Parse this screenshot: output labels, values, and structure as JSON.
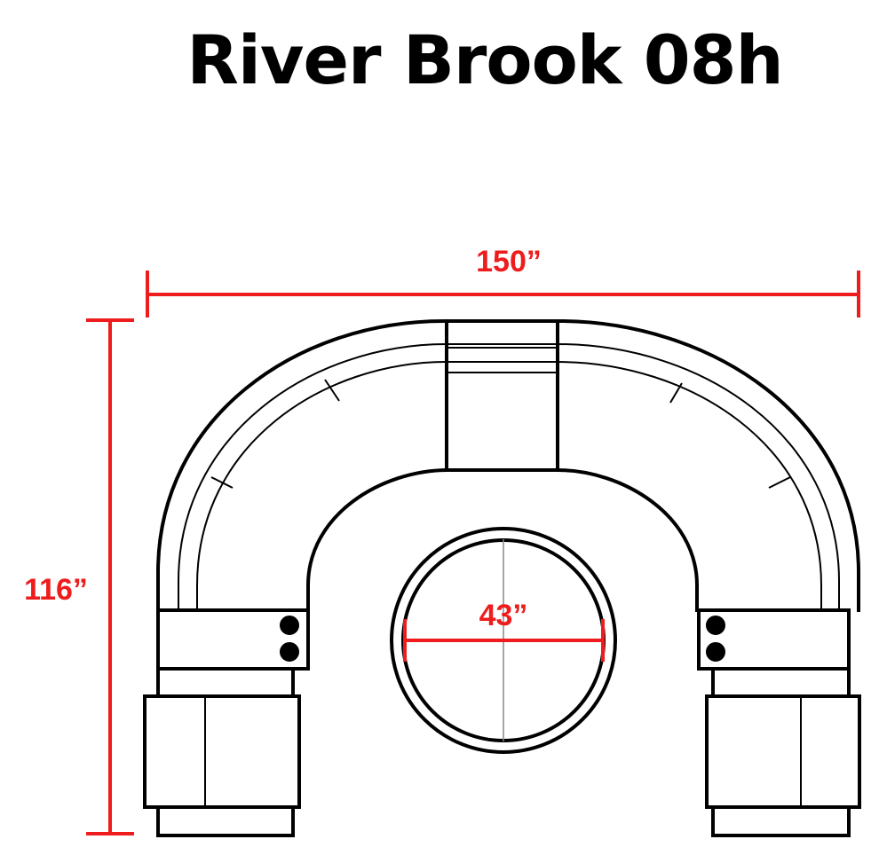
{
  "title": "River Brook 08h",
  "dimensions": {
    "width": "150”",
    "height": "116”",
    "table_diameter": "43”"
  },
  "colors": {
    "dimension": "#ee1c1c",
    "outline": "#000000",
    "background": "#ffffff"
  }
}
